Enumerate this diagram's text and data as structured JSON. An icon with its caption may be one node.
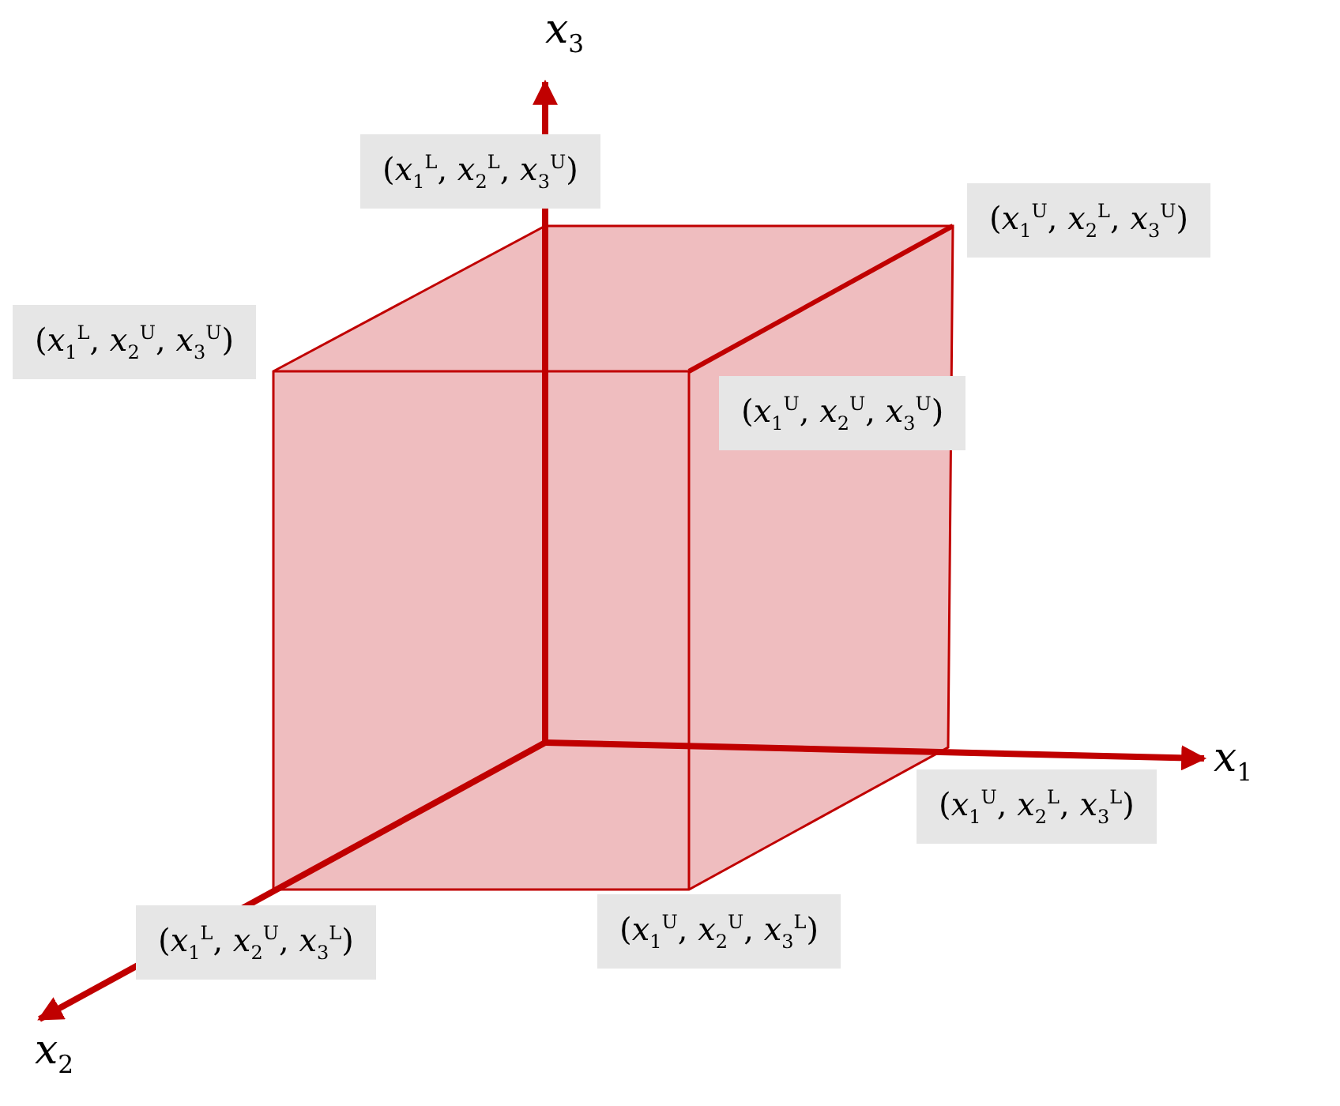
{
  "diagram": {
    "labels": [
      "*x*$_{3}$",
      "(*x*$_{1}$$^{L}$, *x*$_{2}$$^{L}$, *x*$_{3}$$^{U}$)",
      "(*x*$_{1}$$^{U}$, *x*$_{2}$$^{L}$, *x*$_{3}$$^{U}$)",
      "(*x*$_{1}$$^{L}$, *x*$_{2}$$^{U}$, *x*$_{3}$$^{U}$)",
      "(*x*$_{1}$$^{U}$, *x*$_{2}$$^{U}$, *x*$_{3}$$^{U}$)",
      "*x*$_{1}$",
      "(*x*$_{1}$$^{U}$, *x*$_{2}$$^{L}$, *x*$_{3}$$^{L}$)",
      "(*x*$_{1}$$^{U}$, *x*$_{2}$$^{U}$, *x*$_{3}$$^{L}$)",
      "(*x*$_{1}$$^{L}$, *x*$_{2}$$^{U}$, *x*$_{3}$$^{L}$)",
      "*x*$_{2}$"
    ]
  }
}
